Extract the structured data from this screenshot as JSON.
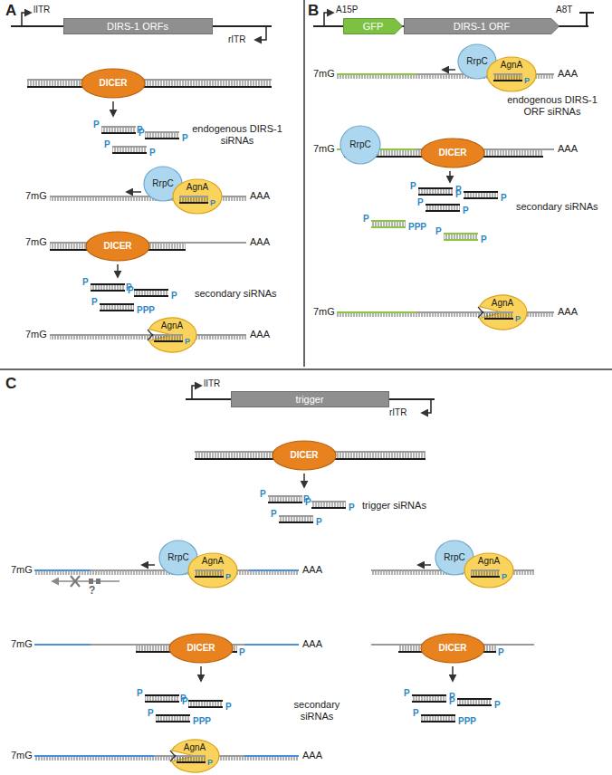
{
  "diagram": {
    "nodes": [
      {
        "text": [
          "DIRS-1 ORFs"
        ]
      },
      {
        "text": [
          "DICER"
        ]
      },
      {
        "text": [
          "RrpC"
        ]
      },
      {
        "text": [
          "AgnA"
        ]
      },
      {
        "text": [
          "DICER"
        ]
      },
      {
        "text": [
          "AgnA"
        ]
      },
      {
        "text": [
          "GFP"
        ]
      },
      {
        "text": [
          "DIRS-1 ORF"
        ]
      },
      {
        "text": [
          "RrpC"
        ]
      },
      {
        "text": [
          "AgnA"
        ]
      },
      {
        "text": [
          "RrpC"
        ]
      },
      {
        "text": [
          "DICER"
        ]
      },
      {
        "text": [
          "AgnA"
        ]
      },
      {
        "text": [
          "trigger"
        ]
      },
      {
        "text": [
          "DICER"
        ]
      },
      {
        "text": [
          "RrpC"
        ]
      },
      {
        "text": [
          "AgnA"
        ]
      },
      {
        "text": [
          "RrpC"
        ]
      },
      {
        "text": [
          "AgnA"
        ]
      },
      {
        "text": [
          "DICER"
        ]
      },
      {
        "text": [
          "DICER"
        ]
      },
      {
        "text": [
          "AgnA"
        ]
      }
    ],
    "labels": [
      "A",
      "lITR",
      "rITR",
      "P",
      "P",
      "P",
      "P",
      "P",
      "P",
      "endogenous DIRS-1 siRNAs",
      "7mG",
      "AAA",
      "P",
      "7mG",
      "AAA",
      "P",
      "P",
      "P",
      "P",
      "P",
      "PPP",
      "secondary siRNAs",
      "7mG",
      "AAA",
      "P",
      "B",
      "A15P",
      "A8T",
      "7mG",
      "AAA",
      "P",
      "endogenous DIRS-1 ORF siRNAs",
      "7mG",
      "AAA",
      "P",
      "P",
      "P",
      "P",
      "P",
      "P",
      "P",
      "PPP",
      "P",
      "P",
      "secondary siRNAs",
      "7mG",
      "AAA",
      "P",
      "C",
      "lITR",
      "rITR",
      "P",
      "P",
      "P",
      "P",
      "P",
      "P",
      "trigger siRNAs",
      "7mG",
      "AAA",
      "P",
      "?",
      "P",
      "7mG",
      "AAA",
      "P",
      "P",
      "P",
      "P",
      "P",
      "P",
      "P",
      "PPP",
      "secondary siRNAs",
      "P",
      "P",
      "P",
      "P",
      "P",
      "PPP",
      "7mG",
      "AAA",
      "P"
    ]
  }
}
